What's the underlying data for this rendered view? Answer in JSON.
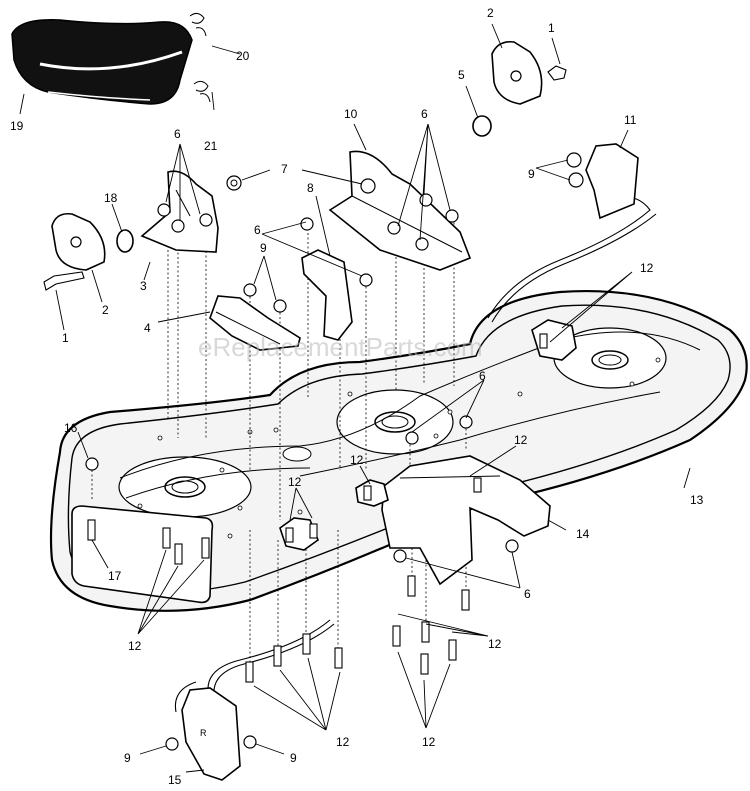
{
  "watermark": "eReplacementParts.com",
  "callouts": [
    {
      "id": "c1a",
      "text": "1"
    },
    {
      "id": "c1b",
      "text": "1"
    },
    {
      "id": "c2a",
      "text": "2"
    },
    {
      "id": "c2b",
      "text": "2"
    },
    {
      "id": "c3",
      "text": "3"
    },
    {
      "id": "c4",
      "text": "4"
    },
    {
      "id": "c5",
      "text": "5"
    },
    {
      "id": "c6a",
      "text": "6"
    },
    {
      "id": "c6b",
      "text": "6"
    },
    {
      "id": "c6c",
      "text": "6"
    },
    {
      "id": "c6d",
      "text": "6"
    },
    {
      "id": "c6e",
      "text": "6"
    },
    {
      "id": "c7",
      "text": "7"
    },
    {
      "id": "c8",
      "text": "8"
    },
    {
      "id": "c9a",
      "text": "9"
    },
    {
      "id": "c9b",
      "text": "9"
    },
    {
      "id": "c9c",
      "text": "9"
    },
    {
      "id": "c9d",
      "text": "9"
    },
    {
      "id": "c10",
      "text": "10"
    },
    {
      "id": "c11",
      "text": "11"
    },
    {
      "id": "c12a",
      "text": "12"
    },
    {
      "id": "c12b",
      "text": "12"
    },
    {
      "id": "c12c",
      "text": "12"
    },
    {
      "id": "c12d",
      "text": "12"
    },
    {
      "id": "c12e",
      "text": "12"
    },
    {
      "id": "c12f",
      "text": "12"
    },
    {
      "id": "c12g",
      "text": "12"
    },
    {
      "id": "c12h",
      "text": "12"
    },
    {
      "id": "c13",
      "text": "13"
    },
    {
      "id": "c14",
      "text": "14"
    },
    {
      "id": "c15",
      "text": "15"
    },
    {
      "id": "c16",
      "text": "16"
    },
    {
      "id": "c17",
      "text": "17"
    },
    {
      "id": "c18",
      "text": "18"
    },
    {
      "id": "c19",
      "text": "19"
    },
    {
      "id": "c20",
      "text": "20"
    },
    {
      "id": "c21",
      "text": "21"
    }
  ]
}
